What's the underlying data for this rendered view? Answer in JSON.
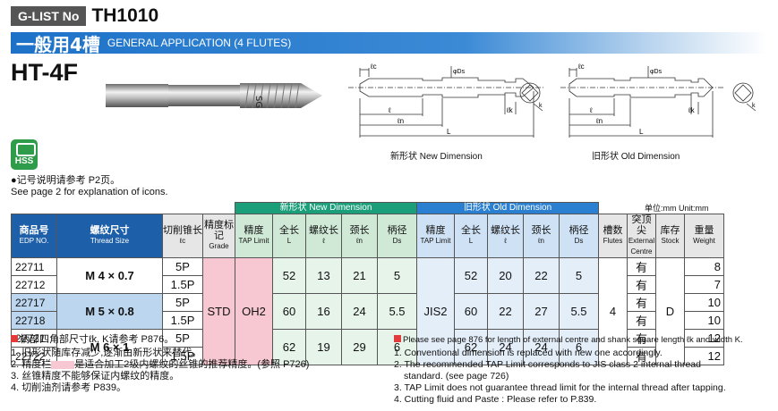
{
  "header": {
    "tag": "G-LIST No",
    "code": "TH1010"
  },
  "banner": {
    "title_zh": "一般用4槽",
    "title_en": "GENERAL APPLICATION (4 FLUTES)"
  },
  "model": "HT-4F",
  "tool_marking": "SG",
  "hss_label": "HSS",
  "icon_note": {
    "zh": "●记号说明请参考 P2页。",
    "en": "See page 2 for explanation of icons."
  },
  "drawings": {
    "new": {
      "caption": "新形状  New Dimension",
      "labels": {
        "lc": "ℓc",
        "l": "ℓ",
        "ln": "ℓn",
        "L": "L",
        "ds": "φDs",
        "lk": "ℓk",
        "k": "k"
      }
    },
    "old": {
      "caption": "旧形状  Old Dimension",
      "labels": {
        "lc": "ℓc",
        "l": "ℓ",
        "ln": "ℓn",
        "L": "L",
        "ds": "φDs",
        "lk": "ℓk",
        "k": "k"
      }
    }
  },
  "units": "单位:mm  Unit:mm",
  "table": {
    "group_new": {
      "zh": "新形状",
      "en": "New Dimension"
    },
    "group_old": {
      "zh": "旧形状",
      "en": "Old Dimension"
    },
    "headers": {
      "edp": {
        "zh": "商品号",
        "en": "EDP NO."
      },
      "size": {
        "zh": "螺纹尺寸",
        "en": "Thread Size"
      },
      "lc": {
        "zh": "切削锥长",
        "en": "ℓc"
      },
      "grade": {
        "zh": "精度标记",
        "en": "Grade"
      },
      "tap": {
        "zh": "精度",
        "en": "TAP Limit"
      },
      "L": {
        "zh": "全长",
        "en": "L"
      },
      "l": {
        "zh": "螺纹长",
        "en": "ℓ"
      },
      "ln": {
        "zh": "颈长",
        "en": "ℓn"
      },
      "ds": {
        "zh": "柄径",
        "en": "Ds"
      },
      "flutes": {
        "zh": "槽数",
        "en": "Flutes"
      },
      "ext": {
        "zh": "突顶尖",
        "en": "External Centre"
      },
      "stock": {
        "zh": "库存",
        "en": "Stock"
      },
      "weight": {
        "zh": "重量",
        "en": "Weight"
      }
    },
    "rows": [
      {
        "edp": "22711",
        "lc": "5P",
        "ext": "有",
        "weight": "8"
      },
      {
        "edp": "22712",
        "lc": "1.5P",
        "ext": "有",
        "weight": "7"
      },
      {
        "edp": "22717",
        "lc": "5P",
        "ext": "有",
        "weight": "10"
      },
      {
        "edp": "22718",
        "lc": "1.5P",
        "ext": "有",
        "weight": "10"
      },
      {
        "edp": "22721",
        "lc": "5P",
        "ext": "有",
        "weight": "12"
      },
      {
        "edp": "22722",
        "lc": "1.5P",
        "ext": "有",
        "weight": "12"
      }
    ],
    "groups": [
      {
        "size": "M 4  ×  0.7",
        "new": [
          "52",
          "13",
          "21",
          "5"
        ],
        "old": [
          "52",
          "20",
          "22",
          "5"
        ]
      },
      {
        "size": "M 5  ×  0.8",
        "new": [
          "60",
          "16",
          "24",
          "5.5"
        ],
        "old": [
          "60",
          "22",
          "27",
          "5.5"
        ]
      },
      {
        "size": "M 6  ×  1",
        "new": [
          "62",
          "19",
          "29",
          "6"
        ],
        "old": [
          "62",
          "24",
          "24",
          "6"
        ]
      }
    ],
    "shared": {
      "grade": "STD",
      "tap_new": "OH2",
      "tap_old": "JIS2",
      "flutes": "4",
      "stock": "D"
    }
  },
  "notes_zh": {
    "first": "柄部四角部尺寸ℓk, K请参考 P876。",
    "n1": "1. 旧形状随库存减少,逐渐由新形状来替代。",
    "n2a": "2. 精度栏",
    "n2b": "是适合加工2级内螺纹的丝锥的推荐精度。(参照 P726)",
    "n3": "3. 丝锥精度不能够保证内螺纹的精度。",
    "n4": "4. 切削油剂请参考 P839。"
  },
  "notes_en": {
    "first": "Please see page 876 for length of external centre and shank square length ℓk and width K.",
    "n1": "1. Conventional dimension is replaced with new one accordingly.",
    "n2": "2. The recommended TAP Limit corresponds to JIS class 2 internal thread",
    "n2b": "standard. (see page 726)",
    "n3": "3. TAP Limit does not guarantee thread limit for the internal thread after tapping.",
    "n4": "4. Cutting fluid and Paste : Please refer to P.839."
  }
}
